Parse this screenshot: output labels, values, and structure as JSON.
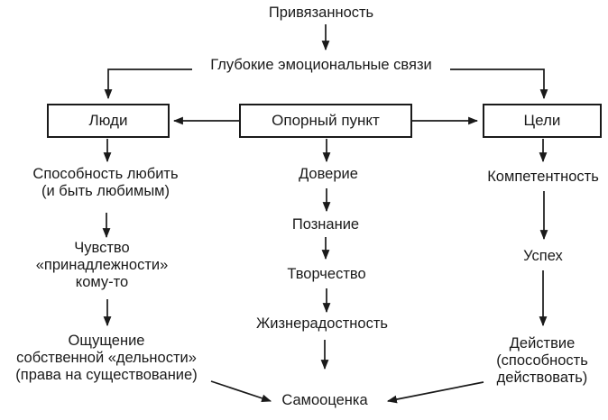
{
  "diagram": {
    "root": "Привязанность",
    "level2": "Глубокие эмоциональные связи",
    "boxes": {
      "people": "Люди",
      "anchor": "Опорный пункт",
      "goals": "Цели"
    },
    "people_chain": [
      "Способность любить\n(и быть любимым)",
      "Чувство\n«принадлежности»\nкому-то",
      "Ощущение\nсобственной «дельности»\n(права на существование)"
    ],
    "anchor_chain": [
      "Доверие",
      "Познание",
      "Творчество",
      "Жизнерадостность"
    ],
    "goals_chain": [
      "Компетентность",
      "Успех",
      "Действие\n(способность\nдействовать)"
    ],
    "result": "Самооценка",
    "colors": {
      "line": "#1a1a1a",
      "text": "#1a1a1a",
      "background": "#ffffff"
    }
  }
}
